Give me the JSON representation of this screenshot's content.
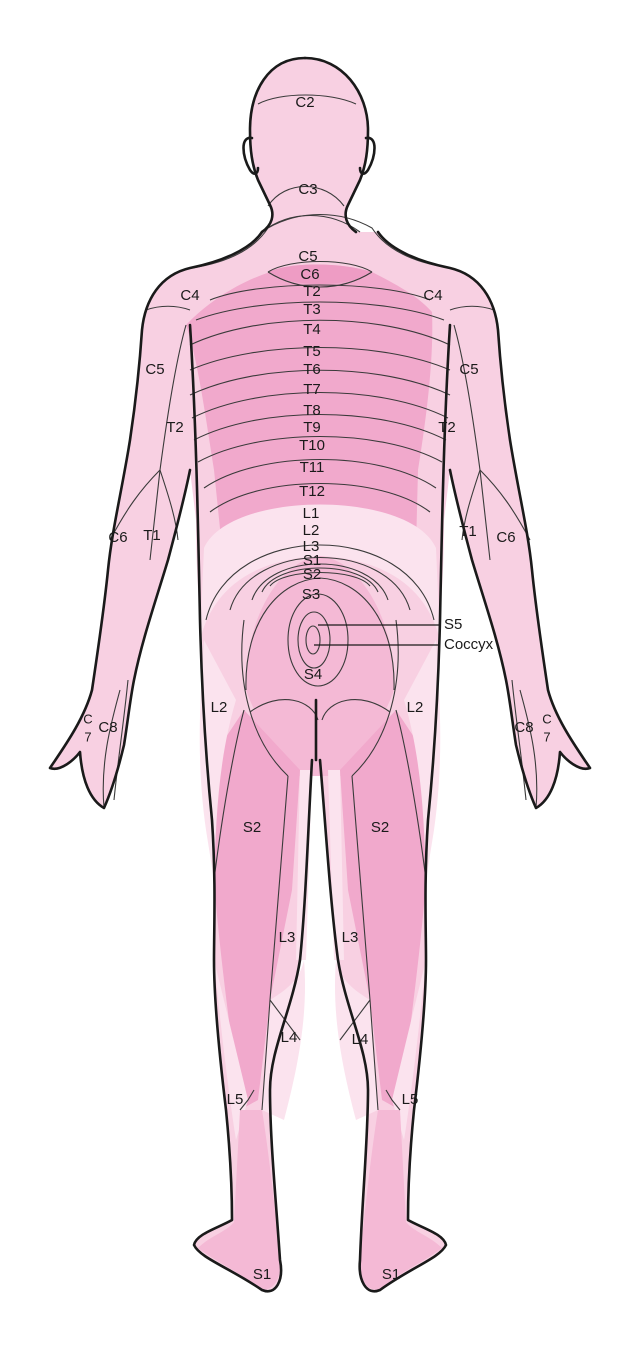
{
  "figure": {
    "view": "posterior",
    "subject": "dermatome map of the human body",
    "colors": {
      "light": "#fbe3ee",
      "medium": "#f8d0e2",
      "base": "#f6c7dd",
      "dark": "#f1a9cc",
      "darker": "#ee9cc4",
      "outline": "#1a1a1a",
      "background": "#ffffff"
    }
  },
  "labels": {
    "head": {
      "c2": "C2",
      "c3": "C3"
    },
    "neck_shoulders": {
      "c5": "C5",
      "c6": "C6",
      "c4_left": "C4",
      "c4_right": "C4"
    },
    "thoracic": [
      "T2",
      "T3",
      "T4",
      "T5",
      "T6",
      "T7",
      "T8",
      "T9",
      "T10",
      "T11",
      "T12"
    ],
    "lumbar_sacral_midline": [
      "L1",
      "L2",
      "L3",
      "S1",
      "S2",
      "S3",
      "S4"
    ],
    "left_arm": {
      "c5": "C5",
      "t2": "T2",
      "c6": "C6",
      "t1": "T1",
      "c7_top": "C",
      "c7_bottom": "7",
      "c8": "C8"
    },
    "right_arm": {
      "c5": "C5",
      "t2": "T2",
      "c6": "C6",
      "t1": "T1",
      "c7_top": "C",
      "c7_bottom": "7",
      "c8": "C8"
    },
    "callouts": {
      "s5": "S5",
      "coccyx": "Coccyx"
    },
    "left_leg": {
      "l2": "L2",
      "s2": "S2",
      "l3": "L3",
      "l4": "L4",
      "l5": "L5",
      "s1": "S1"
    },
    "right_leg": {
      "l2": "L2",
      "s2": "S2",
      "l3": "L3",
      "l4": "L4",
      "l5": "L5",
      "s1": "S1"
    }
  }
}
